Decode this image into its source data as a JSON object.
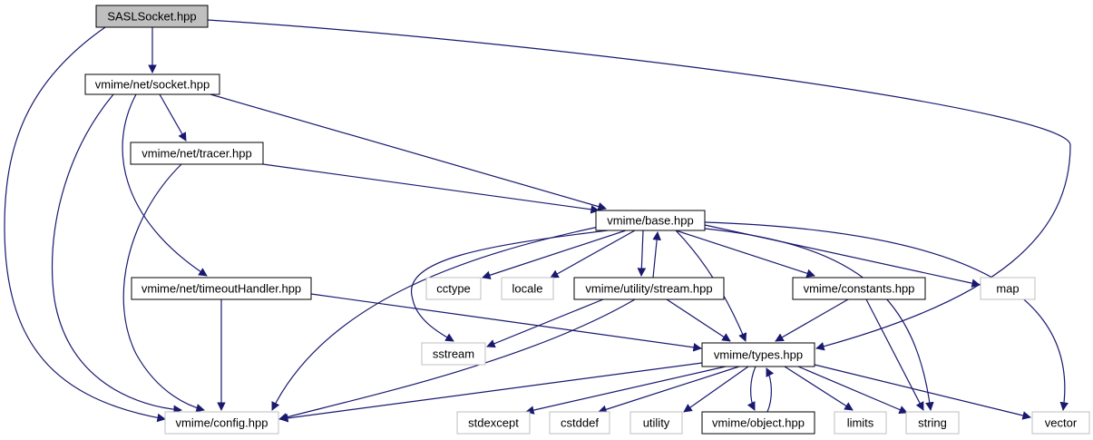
{
  "colors": {
    "edge": "#191970",
    "node_border_main": "#000000",
    "node_border_system": "#bfbfbf",
    "root_fill": "#bfbfbf",
    "node_fill": "#ffffff",
    "text_main": "#000000",
    "text_system": "#000000"
  },
  "nodes": [
    {
      "id": "sasl",
      "label": "SASLSocket.hpp",
      "kind": "root"
    },
    {
      "id": "socket",
      "label": "vmime/net/socket.hpp",
      "kind": "main"
    },
    {
      "id": "tracer",
      "label": "vmime/net/tracer.hpp",
      "kind": "main"
    },
    {
      "id": "base",
      "label": "vmime/base.hpp",
      "kind": "main"
    },
    {
      "id": "timeout",
      "label": "vmime/net/timeoutHandler.hpp",
      "kind": "main"
    },
    {
      "id": "cctype",
      "label": "cctype",
      "kind": "system"
    },
    {
      "id": "locale",
      "label": "locale",
      "kind": "system"
    },
    {
      "id": "stream",
      "label": "vmime/utility/stream.hpp",
      "kind": "main"
    },
    {
      "id": "constants",
      "label": "vmime/constants.hpp",
      "kind": "main"
    },
    {
      "id": "map",
      "label": "map",
      "kind": "system"
    },
    {
      "id": "sstream",
      "label": "sstream",
      "kind": "system"
    },
    {
      "id": "types",
      "label": "vmime/types.hpp",
      "kind": "main"
    },
    {
      "id": "config",
      "label": "vmime/config.hpp",
      "kind": "system"
    },
    {
      "id": "stdexcept",
      "label": "stdexcept",
      "kind": "system"
    },
    {
      "id": "cstddef",
      "label": "cstddef",
      "kind": "system"
    },
    {
      "id": "utility",
      "label": "utility",
      "kind": "system"
    },
    {
      "id": "object",
      "label": "vmime/object.hpp",
      "kind": "main"
    },
    {
      "id": "limits",
      "label": "limits",
      "kind": "system"
    },
    {
      "id": "string",
      "label": "string",
      "kind": "system"
    },
    {
      "id": "vector",
      "label": "vector",
      "kind": "system"
    }
  ],
  "edges": [
    {
      "from": "sasl",
      "to": "socket"
    },
    {
      "from": "sasl",
      "to": "config"
    },
    {
      "from": "sasl",
      "to": "types"
    },
    {
      "from": "socket",
      "to": "tracer"
    },
    {
      "from": "socket",
      "to": "base"
    },
    {
      "from": "socket",
      "to": "timeout"
    },
    {
      "from": "socket",
      "to": "config"
    },
    {
      "from": "tracer",
      "to": "base"
    },
    {
      "from": "tracer",
      "to": "config"
    },
    {
      "from": "timeout",
      "to": "config"
    },
    {
      "from": "timeout",
      "to": "types"
    },
    {
      "from": "base",
      "to": "cctype"
    },
    {
      "from": "base",
      "to": "locale"
    },
    {
      "from": "base",
      "to": "stream"
    },
    {
      "from": "base",
      "to": "constants"
    },
    {
      "from": "base",
      "to": "map"
    },
    {
      "from": "base",
      "to": "sstream"
    },
    {
      "from": "base",
      "to": "config"
    },
    {
      "from": "base",
      "to": "types"
    },
    {
      "from": "base",
      "to": "string"
    },
    {
      "from": "base",
      "to": "vector"
    },
    {
      "from": "stream",
      "to": "base"
    },
    {
      "from": "stream",
      "to": "sstream"
    },
    {
      "from": "stream",
      "to": "types"
    },
    {
      "from": "stream",
      "to": "config"
    },
    {
      "from": "constants",
      "to": "types"
    },
    {
      "from": "constants",
      "to": "string"
    },
    {
      "from": "types",
      "to": "config"
    },
    {
      "from": "types",
      "to": "stdexcept"
    },
    {
      "from": "types",
      "to": "cstddef"
    },
    {
      "from": "types",
      "to": "utility"
    },
    {
      "from": "types",
      "to": "object"
    },
    {
      "from": "types",
      "to": "limits"
    },
    {
      "from": "types",
      "to": "string"
    },
    {
      "from": "types",
      "to": "vector"
    },
    {
      "from": "object",
      "to": "types"
    }
  ]
}
